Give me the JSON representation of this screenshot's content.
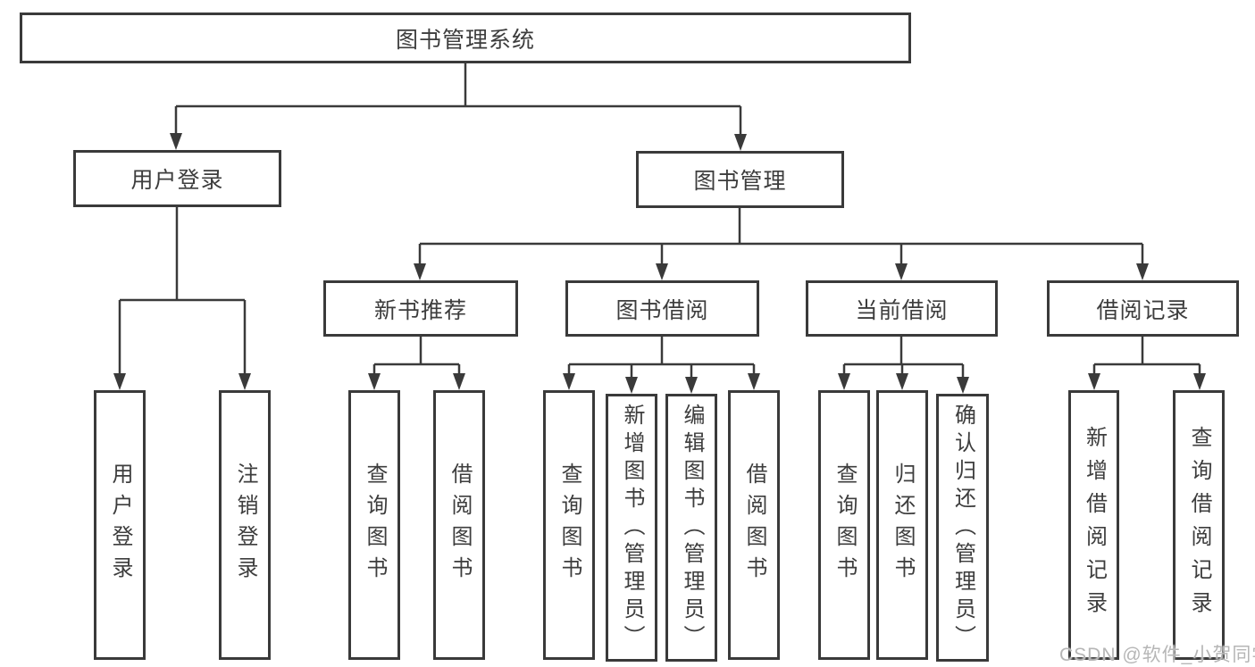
{
  "diagram": {
    "type": "tree",
    "title": "图书管理系统",
    "watermark": "CSDN @软件_小贺同学",
    "colors": {
      "line": "#3a3a3a",
      "box_border": "#3a3a3a",
      "box_background": "#ffffff",
      "text": "#3d3d3d",
      "watermark": "#b6b6b6",
      "page_background": "#ffffff"
    },
    "nodes": {
      "root": "图书管理系统",
      "user_login": "用户登录",
      "book_mgmt": "图书管理",
      "new_book_rec": "新书推荐",
      "book_borrow": "图书借阅",
      "current_borrow": "当前借阅",
      "borrow_record": "借阅记录",
      "leaf_user_login": "用户登录",
      "leaf_logout": "注销登录",
      "rec_query_book": "查询图书",
      "rec_borrow_book": "借阅图书",
      "bb_query_book": "查询图书",
      "bb_add_book": "新增图书（管理员）",
      "bb_edit_book": "编辑图书（管理员）",
      "bb_borrow_book": "借阅图书",
      "cb_query_book": "查询图书",
      "cb_return_book": "归还图书",
      "cb_confirm_return": "确认归还（管理员）",
      "br_add_record": "新增借阅记录",
      "br_query_record": "查询借阅记录"
    },
    "hierarchy": {
      "图书管理系统": {
        "用户登录": [
          "用户登录",
          "注销登录"
        ],
        "图书管理": {
          "新书推荐": [
            "查询图书",
            "借阅图书"
          ],
          "图书借阅": [
            "查询图书",
            "新增图书（管理员）",
            "编辑图书（管理员）",
            "借阅图书"
          ],
          "当前借阅": [
            "查询图书",
            "归还图书",
            "确认归还（管理员）"
          ],
          "借阅记录": [
            "新增借阅记录",
            "查询借阅记录"
          ]
        }
      }
    }
  }
}
